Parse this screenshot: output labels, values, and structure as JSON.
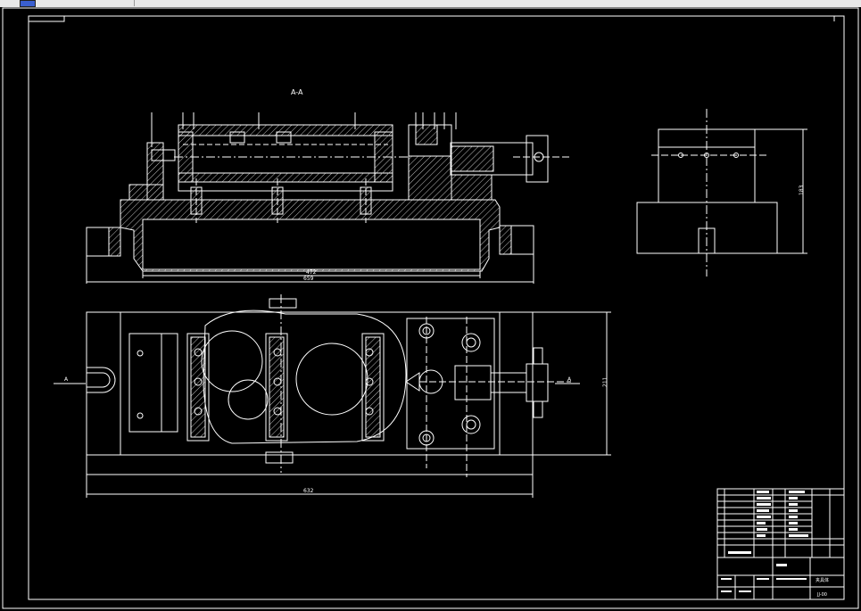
{
  "drawing": {
    "section_mark": "A-A",
    "dimensions": {
      "front_inner": "472",
      "front_overall": "659",
      "top_length": "632",
      "top_height": "211",
      "side_height": "183"
    },
    "section_letters": {
      "left": "A",
      "right": "A"
    }
  },
  "title_block": {
    "name": "夹具体",
    "drawing_no": "JJ-00"
  },
  "colors": {
    "line": "#ffffff",
    "bg": "#000000",
    "hatch": "#bfbfbf"
  }
}
